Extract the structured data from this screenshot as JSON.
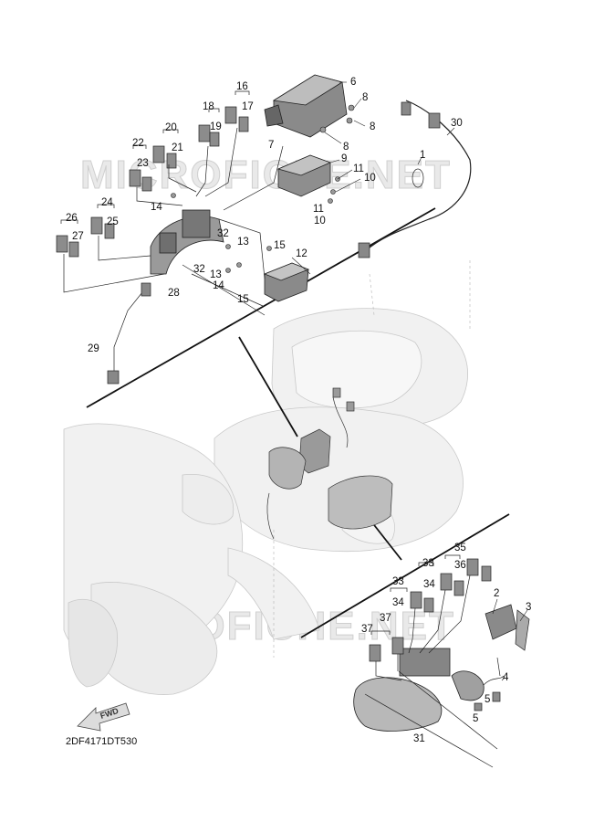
{
  "diagram": {
    "code": "2DF4171DT530",
    "fwd_label": "FWD",
    "watermark": "MICROFICHE.NET",
    "callouts": {
      "c1": "1",
      "c2": "2",
      "c3": "3",
      "c4": "4",
      "c5a": "5",
      "c5b": "5",
      "c6": "6",
      "c7": "7",
      "c8a": "8",
      "c8b": "8",
      "c8c": "8",
      "c9": "9",
      "c10a": "10",
      "c10b": "10",
      "c11a": "11",
      "c11b": "11",
      "c12": "12",
      "c13a": "13",
      "c13b": "13",
      "c14a": "14",
      "c14b": "14",
      "c15a": "15",
      "c15b": "15",
      "c16": "16",
      "c17": "17",
      "c18": "18",
      "c19": "19",
      "c20": "20",
      "c21": "21",
      "c22": "22",
      "c23": "23",
      "c24": "24",
      "c25": "25",
      "c26": "26",
      "c27": "27",
      "c28": "28",
      "c29": "29",
      "c30": "30",
      "c31": "31",
      "c32a": "32",
      "c32b": "32",
      "c33a": "33",
      "c33b": "33",
      "c34a": "34",
      "c34b": "34",
      "c35": "35",
      "c36": "36",
      "c37a": "37",
      "c37b": "37"
    }
  }
}
